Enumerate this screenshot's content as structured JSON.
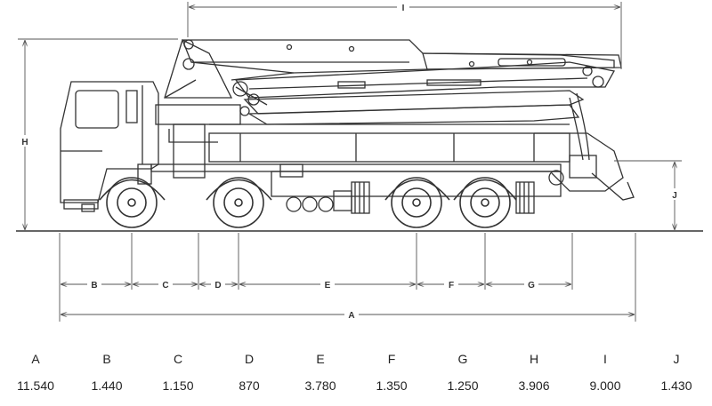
{
  "diagram": {
    "dimension_letters": {
      "A": "A",
      "B": "B",
      "C": "C",
      "D": "D",
      "E": "E",
      "F": "F",
      "G": "G",
      "H": "H",
      "I": "I",
      "J": "J"
    }
  },
  "spec_table": {
    "headers": [
      "A",
      "B",
      "C",
      "D",
      "E",
      "F",
      "G",
      "H",
      "I",
      "J"
    ],
    "values": [
      "11.540",
      "1.440",
      "1.150",
      "870",
      "3.780",
      "1.350",
      "1.250",
      "3.906",
      "9.000",
      "1.430"
    ]
  },
  "colors": {
    "line": "#333333",
    "dimension": "#555555"
  }
}
